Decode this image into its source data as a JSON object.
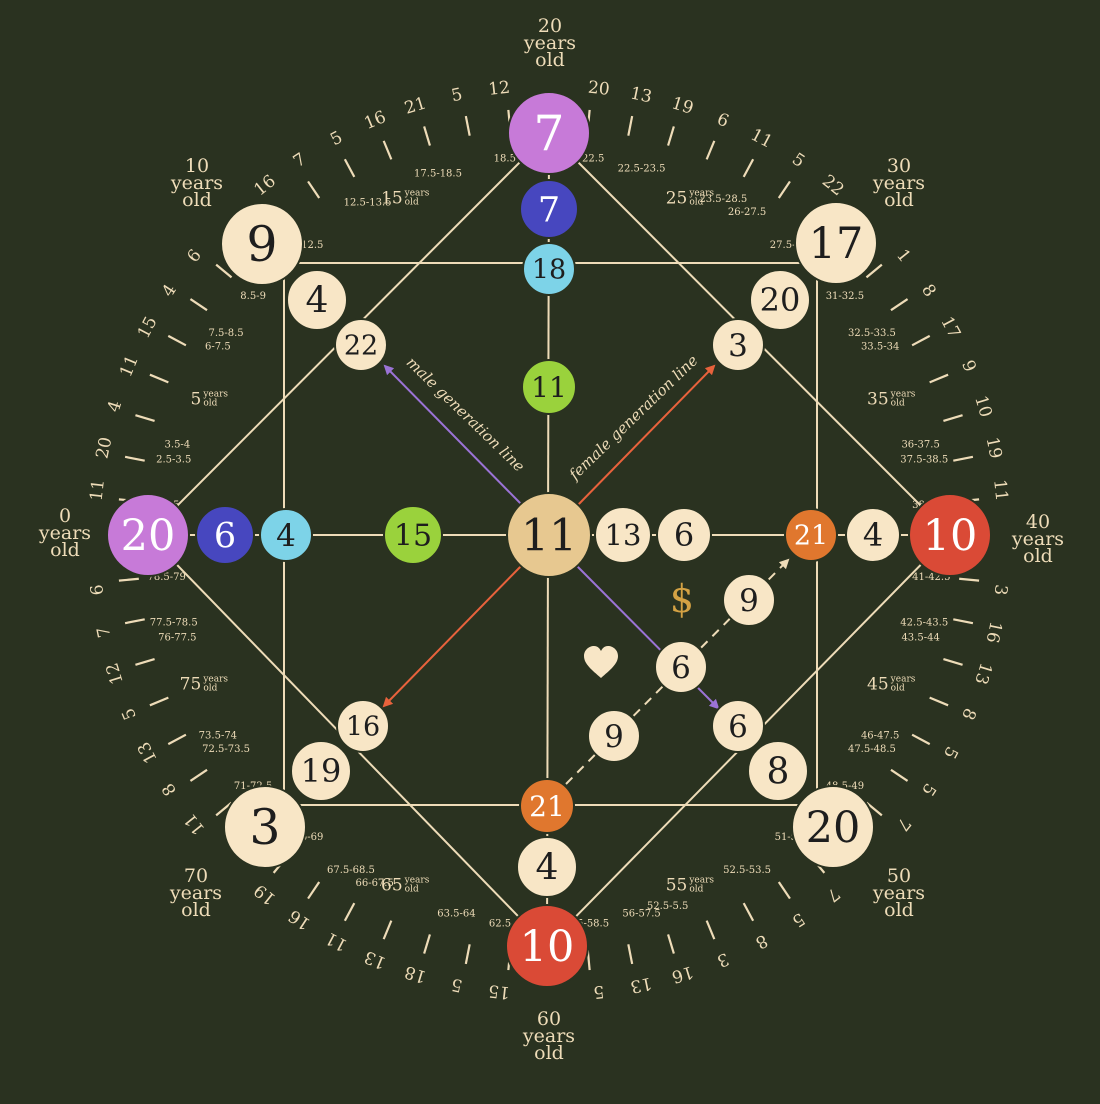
{
  "colors": {
    "background": "#2a3220",
    "line": "#eedcb8",
    "cream": "#f8e6c6",
    "purple": "#c77ad8",
    "blue": "#4747bf",
    "cyan": "#7dd3e8",
    "green": "#9ad23c",
    "orange": "#e0772e",
    "red": "#da4a36",
    "gold": "#e7c890",
    "arrow_purple": "#9b73d6",
    "arrow_red": "#e8623c",
    "dollar": "#d4a244",
    "text_dark": "#1e1e1e",
    "label": "#eedcb8"
  },
  "age_labels": [
    {
      "key": "a0",
      "age": "0",
      "years": "years",
      "old": "old"
    },
    {
      "key": "a10",
      "age": "10",
      "years": "years",
      "old": "old"
    },
    {
      "key": "a20",
      "age": "20",
      "years": "years",
      "old": "old"
    },
    {
      "key": "a30",
      "age": "30",
      "years": "years",
      "old": "old"
    },
    {
      "key": "a40",
      "age": "40",
      "years": "years",
      "old": "old"
    },
    {
      "key": "a50",
      "age": "50",
      "years": "years",
      "old": "old"
    },
    {
      "key": "a60",
      "age": "60",
      "years": "years",
      "old": "old"
    },
    {
      "key": "a70",
      "age": "70",
      "years": "years",
      "old": "old"
    }
  ],
  "nodes": [
    {
      "key": "top",
      "value": "7",
      "style": "purple"
    },
    {
      "key": "top-2",
      "value": "7",
      "style": "blue"
    },
    {
      "key": "top-3",
      "value": "18",
      "style": "cyan"
    },
    {
      "key": "top-4",
      "value": "11",
      "style": "green"
    },
    {
      "key": "left",
      "value": "20",
      "style": "purple"
    },
    {
      "key": "left-2",
      "value": "6",
      "style": "blue"
    },
    {
      "key": "left-3",
      "value": "4",
      "style": "cyan"
    },
    {
      "key": "left-4",
      "value": "15",
      "style": "green"
    },
    {
      "key": "center",
      "value": "11",
      "style": "gold"
    },
    {
      "key": "right",
      "value": "10",
      "style": "red"
    },
    {
      "key": "right-2",
      "value": "4",
      "style": "cream"
    },
    {
      "key": "right-3",
      "value": "21",
      "style": "orange"
    },
    {
      "key": "center-right-1",
      "value": "13",
      "style": "cream"
    },
    {
      "key": "center-right-2",
      "value": "6",
      "style": "cream"
    },
    {
      "key": "bottom",
      "value": "10",
      "style": "red"
    },
    {
      "key": "bottom-2",
      "value": "4",
      "style": "cream"
    },
    {
      "key": "bottom-3",
      "value": "21",
      "style": "orange"
    },
    {
      "key": "top-left",
      "value": "9",
      "style": "cream"
    },
    {
      "key": "top-left-2",
      "value": "4",
      "style": "cream"
    },
    {
      "key": "top-left-3",
      "value": "22",
      "style": "cream"
    },
    {
      "key": "top-right",
      "value": "17",
      "style": "cream"
    },
    {
      "key": "top-right-2",
      "value": "20",
      "style": "cream"
    },
    {
      "key": "top-right-3",
      "value": "3",
      "style": "cream"
    },
    {
      "key": "bottom-right",
      "value": "20",
      "style": "cream"
    },
    {
      "key": "bottom-right-2",
      "value": "8",
      "style": "cream"
    },
    {
      "key": "bottom-right-3",
      "value": "6",
      "style": "cream"
    },
    {
      "key": "bottom-left",
      "value": "3",
      "style": "cream"
    },
    {
      "key": "bottom-left-2",
      "value": "19",
      "style": "cream"
    },
    {
      "key": "bottom-left-3",
      "value": "16",
      "style": "cream"
    },
    {
      "key": "money-1",
      "value": "9",
      "style": "cream"
    },
    {
      "key": "money-2",
      "value": "6",
      "style": "cream"
    },
    {
      "key": "money-3",
      "value": "9",
      "style": "cream"
    }
  ],
  "line_labels": {
    "male": "male generation line",
    "female": "female generation line"
  },
  "symbols": {
    "dollar": "$",
    "heart_icon": "heart-icon"
  },
  "sectors": [
    {
      "key": "s0-10",
      "mid": "5",
      "years": "years",
      "old": "old",
      "ranges": [
        "1-2.5",
        "2.5-3.5",
        "3.5-4",
        "6-7.5",
        "7.5-8.5",
        "8.5-9"
      ],
      "values": [
        "11",
        "20",
        "4",
        "11",
        "15",
        "4",
        "6"
      ]
    },
    {
      "key": "s10-20",
      "mid": "15",
      "years": "years",
      "old": "old",
      "ranges": [
        "11-12.5",
        "12.5-13.5",
        "17.5-18.5",
        "18.5-19"
      ],
      "values": [
        "16",
        "7",
        "5",
        "16",
        "21",
        "5",
        "12"
      ]
    },
    {
      "key": "s20-30",
      "mid": "25",
      "years": "years",
      "old": "old",
      "ranges": [
        "21-22.5",
        "22.5-23.5",
        "23.5-28.5",
        "26-27.5",
        "27.5-28.5"
      ],
      "values": [
        "20",
        "13",
        "19",
        "6",
        "11",
        "5",
        "22"
      ]
    },
    {
      "key": "s30-40",
      "mid": "35",
      "years": "years",
      "old": "old",
      "ranges": [
        "31-32.5",
        "32.5-33.5",
        "33.5-34",
        "36-37.5",
        "37.5-38.5",
        "38.5-39"
      ],
      "values": [
        "1",
        "8",
        "17",
        "9",
        "10",
        "19",
        "11"
      ]
    },
    {
      "key": "s40-50",
      "mid": "45",
      "years": "years",
      "old": "old",
      "ranges": [
        "41-42.5",
        "42.5-43.5",
        "43.5-44",
        "46-47.5",
        "47.5-48.5",
        "48.5-49"
      ],
      "values": [
        "3",
        "16",
        "13",
        "8",
        "5",
        "5",
        "7"
      ]
    },
    {
      "key": "s50-60",
      "mid": "55",
      "years": "years",
      "old": "old",
      "ranges": [
        "51-52.5",
        "52.5-53.5",
        "52.5-5.5",
        "56-57.5",
        "57.5-58.5"
      ],
      "values": [
        "7",
        "5",
        "8",
        "3",
        "16",
        "13",
        "5"
      ]
    },
    {
      "key": "s60-70",
      "mid": "65",
      "years": "years",
      "old": "old",
      "ranges": [
        "62.5-63.5",
        "63.5-64",
        "66-67.5",
        "67.5-68.5",
        "68.5-69"
      ],
      "values": [
        "15",
        "5",
        "18",
        "13",
        "11",
        "16",
        "19"
      ]
    },
    {
      "key": "s70-80",
      "mid": "75",
      "years": "years",
      "old": "old",
      "ranges": [
        "71-72.5",
        "72.5-73.5",
        "73.5-74",
        "76-77.5",
        "77.5-78.5",
        "78.5-79"
      ],
      "values": [
        "11",
        "8",
        "13",
        "5",
        "12",
        "7",
        "6"
      ]
    }
  ]
}
